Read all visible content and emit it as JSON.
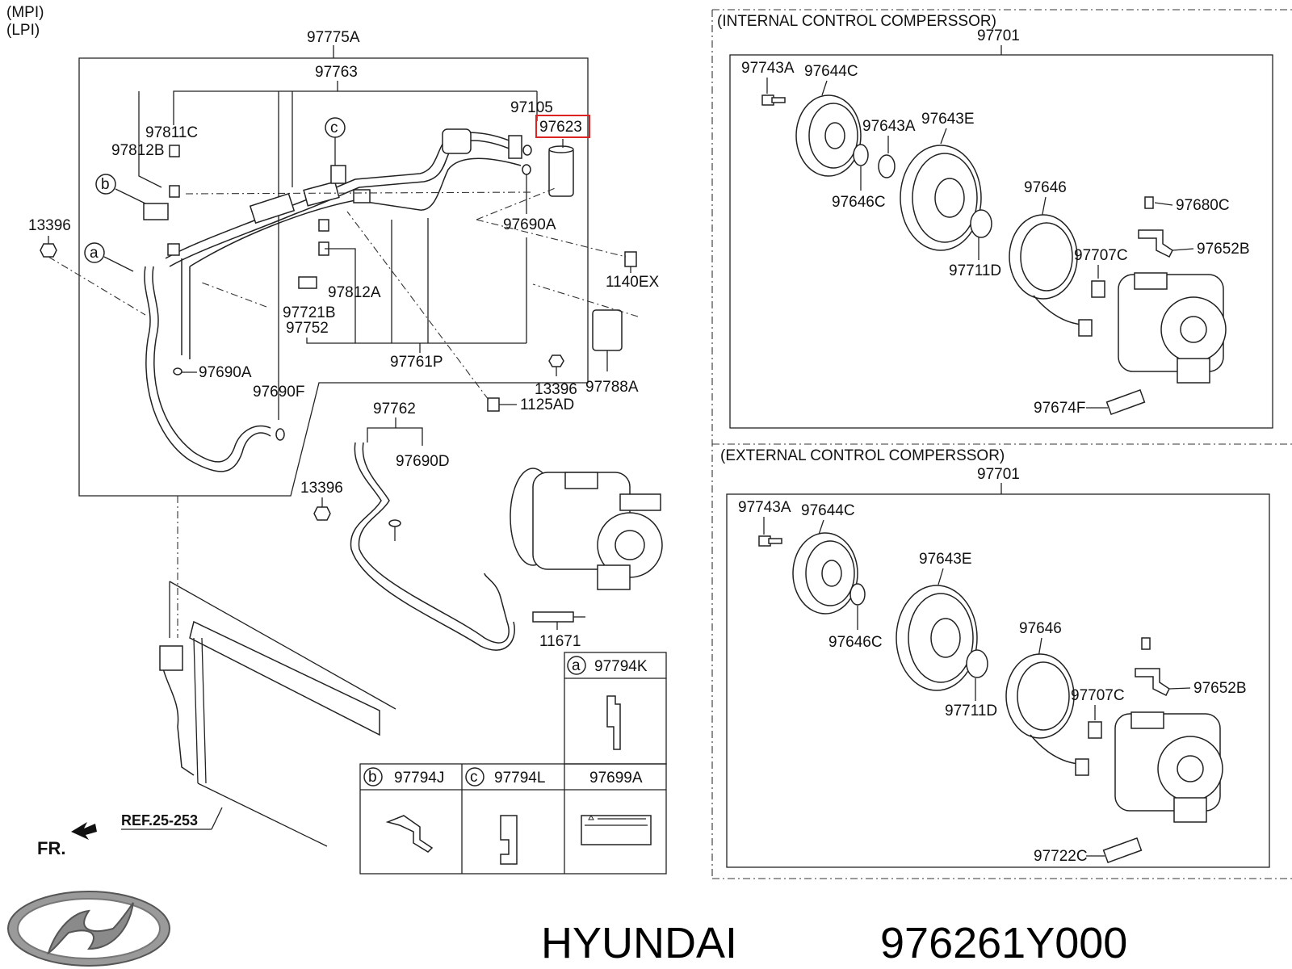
{
  "header_notes": [
    "(MPI)",
    "(LPI)"
  ],
  "sections": {
    "internal": {
      "title": "(INTERNAL CONTROL COMPERSSOR)",
      "assembly": "97701"
    },
    "external": {
      "title": "(EXTERNAL CONTROL COMPERSSOR)",
      "assembly": "97701"
    }
  },
  "main_labels": {
    "l97775A": "97775A",
    "l97763": "97763",
    "l97105": "97105",
    "l97623": "97623",
    "l97811C": "97811C",
    "l97812B": "97812B",
    "l13396a": "13396",
    "l97690A_top": "97690A",
    "l1140EX": "1140EX",
    "l97812A": "97812A",
    "l97721B": "97721B",
    "l97752": "97752",
    "l97761P": "97761P",
    "l97690A_left": "97690A",
    "l97690F": "97690F",
    "l13396b": "13396",
    "l97788A": "97788A",
    "l1125AD": "1125AD",
    "l97762": "97762",
    "l97690D": "97690D",
    "l13396c": "13396",
    "l11671": "11671"
  },
  "callouts": {
    "a": "a",
    "b": "b",
    "c": "c"
  },
  "internal_labels": {
    "l97743A": "97743A",
    "l97644C": "97644C",
    "l97643A": "97643A",
    "l97643E": "97643E",
    "l97646C": "97646C",
    "l97646": "97646",
    "l97680C": "97680C",
    "l97652B": "97652B",
    "l97707C": "97707C",
    "l97711D": "97711D",
    "l97674F": "97674F"
  },
  "external_labels": {
    "l97743A": "97743A",
    "l97644C": "97644C",
    "l97643E": "97643E",
    "l97646C": "97646C",
    "l97646": "97646",
    "l97652B": "97652B",
    "l97707C": "97707C",
    "l97711D": "97711D",
    "l97722C": "97722C"
  },
  "parts_table": {
    "a": {
      "code": "a",
      "part": "97794K"
    },
    "b": {
      "code": "b",
      "part": "97794J"
    },
    "c": {
      "code": "c",
      "part": "97794L"
    },
    "d": {
      "part": "97699A"
    }
  },
  "ref_label": "REF.25-253",
  "fr_label": "FR.",
  "brand": "HYUNDAI",
  "part_number": "976261Y000",
  "highlight_color": "#d22222"
}
